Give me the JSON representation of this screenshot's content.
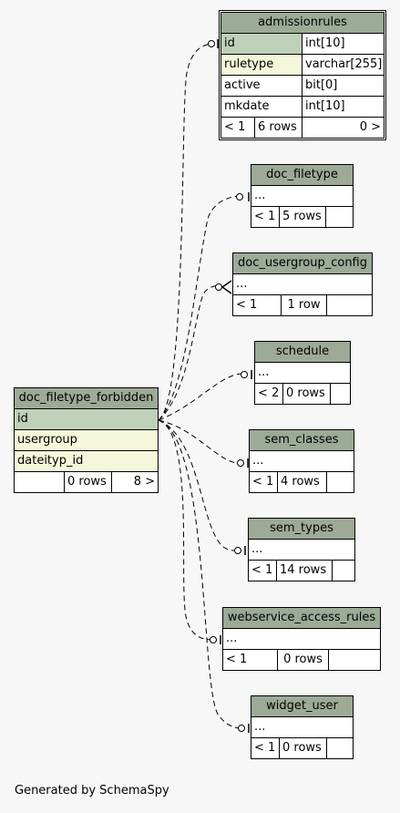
{
  "colors": {
    "header_bg": "#9caa96",
    "primary_key_bg": "#bed1b8",
    "foreign_key_bg": "#f4f7da",
    "background": "#f7f7f7"
  },
  "tables": {
    "admissionrules": {
      "name": "admissionrules",
      "columns": [
        {
          "name": "id",
          "type": "int[10]"
        },
        {
          "name": "ruletype",
          "type": "varchar[255]"
        },
        {
          "name": "active",
          "type": "bit[0]"
        },
        {
          "name": "mkdate",
          "type": "int[10]"
        }
      ],
      "footer": {
        "children": "< 1",
        "rows": "6 rows",
        "parents": "0 >"
      }
    },
    "doc_filetype": {
      "name": "doc_filetype",
      "more": "...",
      "footer": {
        "children": "< 1",
        "rows": "5 rows"
      }
    },
    "doc_usergroup_config": {
      "name": "doc_usergroup_config",
      "more": "...",
      "footer": {
        "children": "< 1",
        "rows": "1 row"
      }
    },
    "schedule": {
      "name": "schedule",
      "more": "...",
      "footer": {
        "children": "< 2",
        "rows": "0 rows"
      }
    },
    "sem_classes": {
      "name": "sem_classes",
      "more": "...",
      "footer": {
        "children": "< 1",
        "rows": "4 rows"
      }
    },
    "sem_types": {
      "name": "sem_types",
      "more": "...",
      "footer": {
        "children": "< 1",
        "rows": "14 rows"
      }
    },
    "webservice_access_rules": {
      "name": "webservice_access_rules",
      "more": "...",
      "footer": {
        "children": "< 1",
        "rows": "0 rows"
      }
    },
    "widget_user": {
      "name": "widget_user",
      "more": "...",
      "footer": {
        "children": "< 1",
        "rows": "0 rows"
      }
    },
    "doc_filetype_forbidden": {
      "name": "doc_filetype_forbidden",
      "columns": [
        {
          "name": "id",
          "key": "pk"
        },
        {
          "name": "usergroup",
          "key": "fk"
        },
        {
          "name": "dateityp_id",
          "key": "fk"
        }
      ],
      "footer": {
        "children": "",
        "rows": "0 rows",
        "parents": "8 >"
      }
    }
  },
  "relationships": [
    {
      "from": "doc_filetype_forbidden",
      "to": "admissionrules"
    },
    {
      "from": "doc_filetype_forbidden",
      "to": "doc_filetype"
    },
    {
      "from": "doc_filetype_forbidden",
      "to": "doc_usergroup_config"
    },
    {
      "from": "doc_filetype_forbidden",
      "to": "schedule"
    },
    {
      "from": "doc_filetype_forbidden",
      "to": "sem_classes"
    },
    {
      "from": "doc_filetype_forbidden",
      "to": "sem_types"
    },
    {
      "from": "doc_filetype_forbidden",
      "to": "webservice_access_rules"
    },
    {
      "from": "doc_filetype_forbidden",
      "to": "widget_user"
    }
  ],
  "footer_text": "Generated by SchemaSpy"
}
